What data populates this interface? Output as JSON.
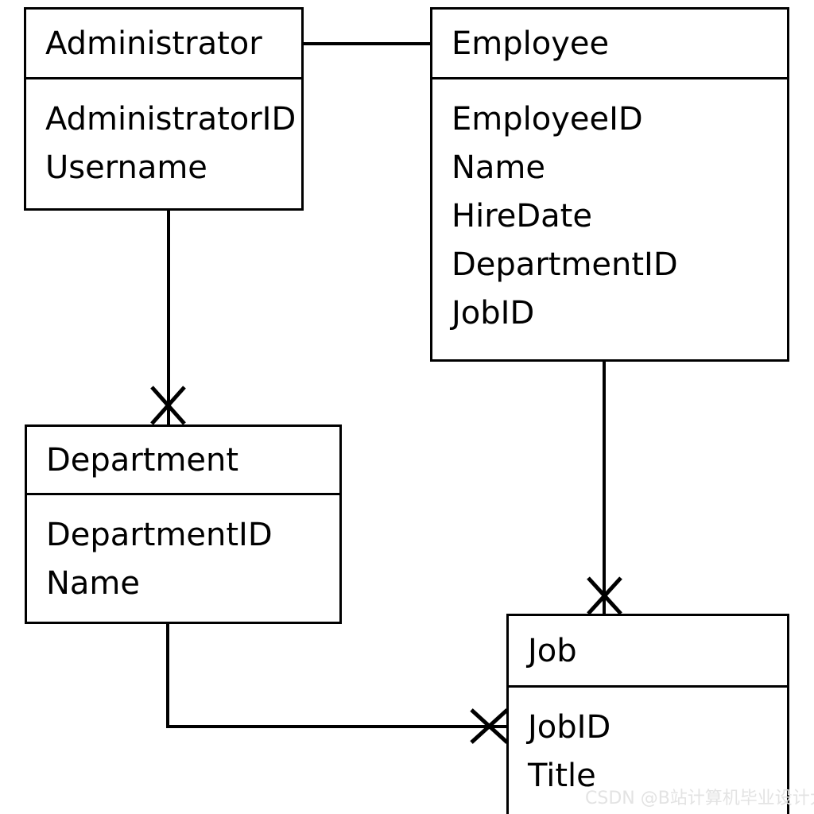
{
  "diagram": {
    "type": "entity-relationship-diagram",
    "notation": "crow's foot",
    "background_color": "#ffffff",
    "line_color": "#000000",
    "entities": [
      {
        "id": "administrator",
        "name": "Administrator",
        "attributes": [
          "AdministratorID",
          "Username"
        ]
      },
      {
        "id": "employee",
        "name": "Employee",
        "attributes": [
          "EmployeeID",
          "Name",
          "HireDate",
          "DepartmentID",
          "JobID"
        ]
      },
      {
        "id": "department",
        "name": "Department",
        "attributes": [
          "DepartmentID",
          "Name"
        ]
      },
      {
        "id": "job",
        "name": "Job",
        "attributes": [
          "JobID",
          "Title"
        ]
      }
    ],
    "relationships": [
      {
        "id": "admin-employee",
        "from": "administrator",
        "to": "employee",
        "from_marker": "none",
        "to_marker": "none"
      },
      {
        "id": "admin-department",
        "from": "administrator",
        "to": "department",
        "from_marker": "none",
        "to_marker": "crows-foot"
      },
      {
        "id": "employee-job",
        "from": "employee",
        "to": "job",
        "from_marker": "none",
        "to_marker": "crows-foot"
      },
      {
        "id": "department-job",
        "from": "department",
        "to": "job",
        "from_marker": "none",
        "to_marker": "crows-foot"
      }
    ]
  },
  "watermark": {
    "text": "CSDN @B站计算机毕业设计大学",
    "color": "#e3e3e3"
  }
}
